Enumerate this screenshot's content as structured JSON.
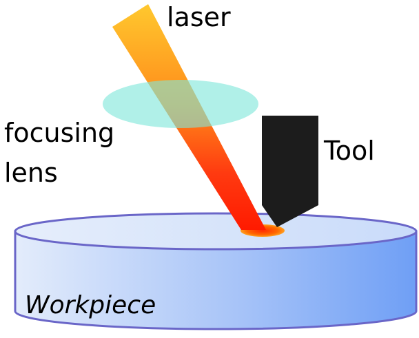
{
  "labels": {
    "laser": "laser",
    "focusing_lens_line1": "focusing",
    "focusing_lens_line2": "lens",
    "tool": "Tool",
    "workpiece": "Workpiece"
  },
  "colors": {
    "laser_top": "#ffc82e",
    "laser_mid": "#ff8a1a",
    "laser_bottom": "#ff1a00",
    "lens_fill": "#7fe6da",
    "tool_fill": "#1c1c1c",
    "workpiece_side_left": "#dfe9fb",
    "workpiece_side_right": "#6f9ff5",
    "workpiece_top": "#dce8fb",
    "workpiece_outline": "#6a66c8",
    "hot_spot_outer": "#ff7a00",
    "hot_spot_inner": "#ff2a00"
  }
}
